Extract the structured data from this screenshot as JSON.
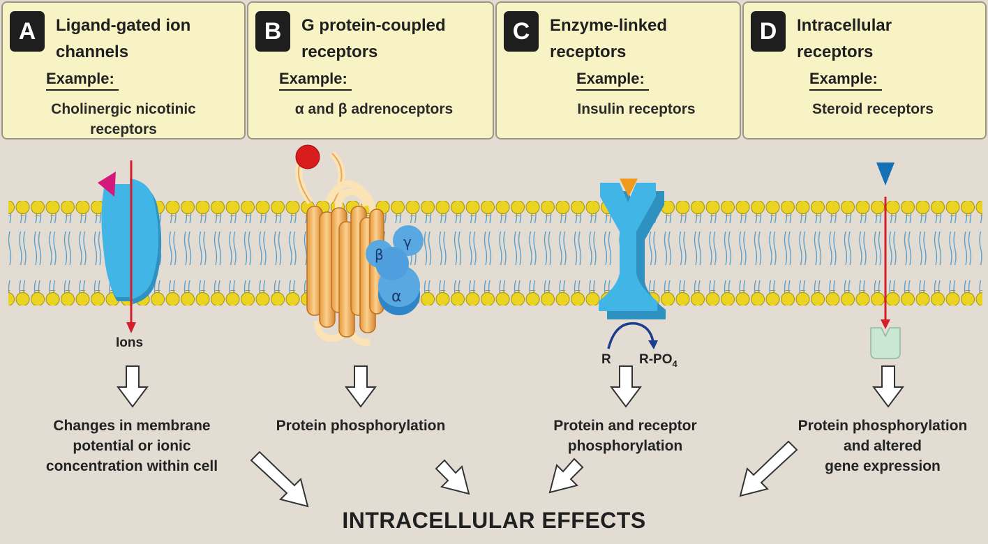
{
  "panels": [
    {
      "letter": "A",
      "title": "Ligand-gated ion\nchannels",
      "example_label": "Example:",
      "example": "Cholinergic nicotinic\nreceptors"
    },
    {
      "letter": "B",
      "title": "G protein-coupled\nreceptors",
      "example_label": "Example:",
      "example": "α and β adrenoceptors"
    },
    {
      "letter": "C",
      "title": "Enzyme-linked\nreceptors",
      "example_label": "Example:",
      "example": "Insulin receptors"
    },
    {
      "letter": "D",
      "title": "Intracellular\nreceptors",
      "example_label": "Example:",
      "example": "Steroid receptors"
    }
  ],
  "labels": {
    "ions": "Ions",
    "gprotein_beta": "β",
    "gprotein_gamma": "γ",
    "gprotein_alpha": "α",
    "r": "R",
    "rpo4": "R-PO",
    "rpo4_sub": "4"
  },
  "effects": [
    "Changes in membrane\npotential or ionic\nconcentration within cell",
    "Protein phosphorylation",
    "Protein and receptor\nphosphorylation",
    "Protein phosphorylation\nand altered\ngene expression"
  ],
  "final": "INTRACELLULAR EFFECTS",
  "colors": {
    "panel": "#f8f3c4",
    "membrane_head": "#e8d21c",
    "channel": "#40b5e6",
    "gpcr": "#f3b45c",
    "ligand_a": "#d4197a",
    "ligand_b": "#d91d1d",
    "ligand_c": "#f09a1d",
    "ligand_d": "#1570b5",
    "arrow_red": "#d51e2a",
    "arrow_blue": "#1c3c8e",
    "nuclear_receptor": "#c9e7d2"
  }
}
